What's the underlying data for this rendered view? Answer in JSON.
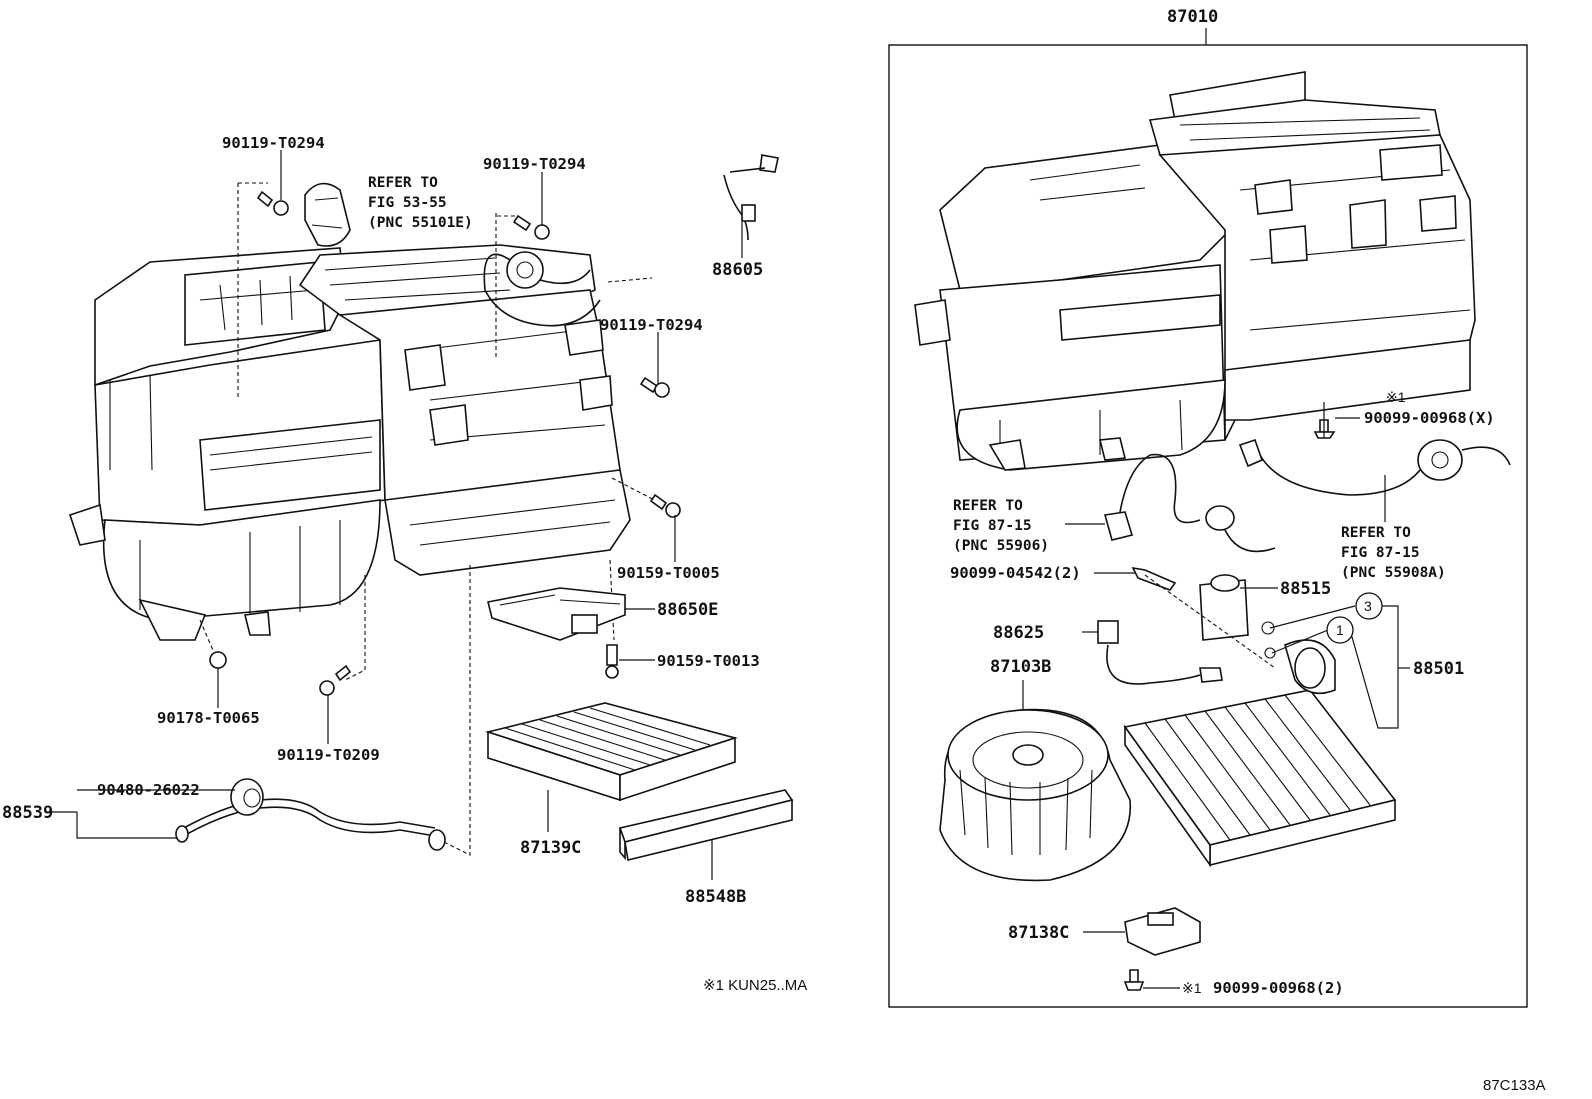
{
  "diagram": {
    "id_code": "87C133A",
    "note": "※1 KUN25..MA",
    "labels": {
      "p87010": "87010",
      "p90119_a": "90119-T0294",
      "p90119_b": "90119-T0294",
      "p90119_c": "90119-T0294",
      "p90119_t0209": "90119-T0209",
      "p90178": "90178-T0065",
      "p90159_t0005": "90159-T0005",
      "p90159_t0013": "90159-T0013",
      "p88650e": "88650E",
      "p88605": "88605",
      "p88539": "88539",
      "p90480": "90480-26022",
      "p87139c": "87139C",
      "p88548b": "88548B",
      "p90099_x": "90099-00968(X)",
      "p90099_04542": "90099-04542(2)",
      "p88515": "88515",
      "p88625": "88625",
      "p87103b": "87103B",
      "p88501": "88501",
      "p87138c": "87138C",
      "p90099_2": "90099-00968(2)",
      "mark_x1_a": "※1",
      "mark_x1_b": "※1",
      "circle_3": "3",
      "circle_1": "1"
    },
    "refs": {
      "ref_55101e": {
        "line1": "REFER TO",
        "line2": "FIG 53-55",
        "line3": "(PNC 55101E)"
      },
      "ref_55906": {
        "line1": "REFER TO",
        "line2": "FIG 87-15",
        "line3": "(PNC 55906)"
      },
      "ref_55908a": {
        "line1": "REFER TO",
        "line2": "FIG 87-15",
        "line3": "(PNC 55908A)"
      }
    }
  }
}
